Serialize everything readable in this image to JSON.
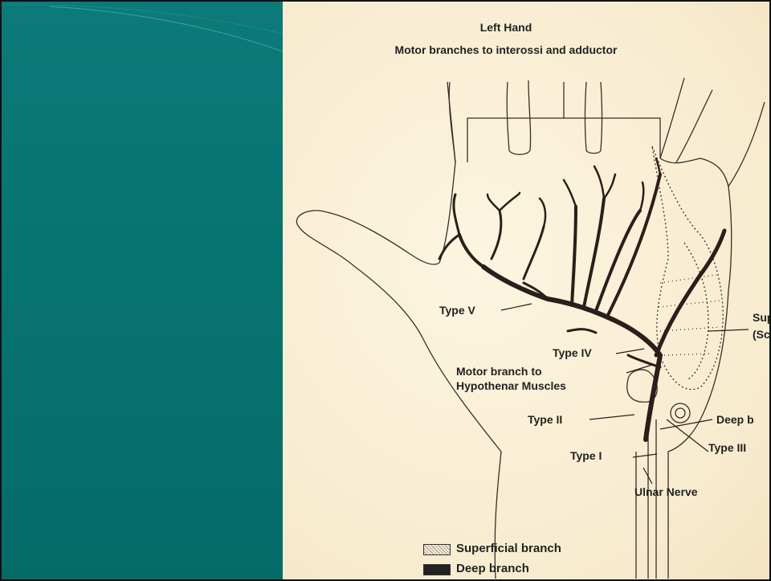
{
  "slide": {
    "title_line1": "Left Hand",
    "title_line2": "Motor branches to interossi and adductor"
  },
  "labels": {
    "type_v": "Type V",
    "type_iv": "Type IV",
    "motor_branch_line1": "Motor branch to",
    "motor_branch_line2": "Hypothenar Muscles",
    "type_ii": "Type II",
    "type_i": "Type I",
    "type_iii": "Type III",
    "ulnar_nerve": "Ulnar Nerve",
    "superficial_cut1": "Supe",
    "superficial_cut2": "(Sc",
    "deep_cut": "Deep b"
  },
  "legend": {
    "superficial": "Superficial branch",
    "deep": "Deep branch"
  },
  "colors": {
    "teal_panel": "#077370",
    "paper": "#fbf2d9",
    "ink": "#2a1f1a"
  }
}
